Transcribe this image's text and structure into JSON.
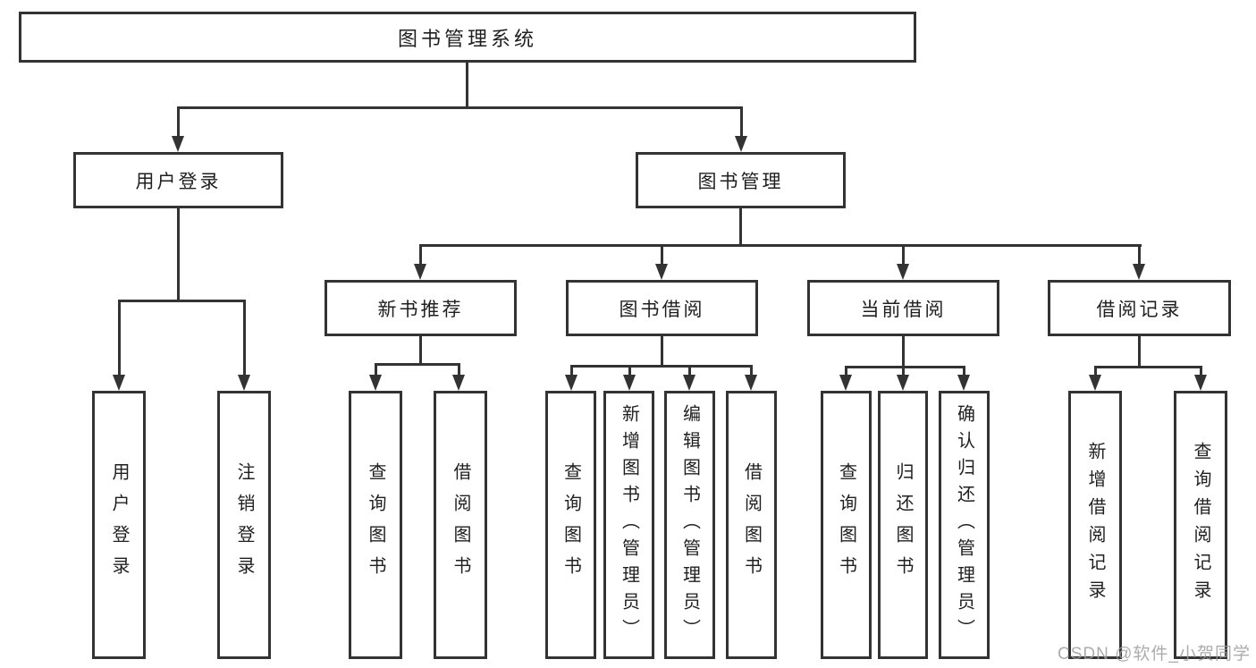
{
  "nodes": {
    "root": "图书管理系统",
    "level2": [
      "用户登录",
      "图书管理"
    ],
    "level3": [
      "新书推荐",
      "图书借阅",
      "当前借阅",
      "借阅记录"
    ],
    "leaves": [
      "用户登录",
      "注销登录",
      "查询图书",
      "借阅图书",
      "查询图书",
      "新增图书（管理员）",
      "编辑图书（管理员）",
      "借阅图书",
      "查询图书",
      "归还图书",
      "确认归还（管理员）",
      "新增借阅记录",
      "查询借阅记录"
    ]
  },
  "hierarchy": {
    "图书管理系统": [
      "用户登录",
      "图书管理"
    ],
    "用户登录": [
      "用户登录",
      "注销登录"
    ],
    "图书管理": [
      "新书推荐",
      "图书借阅",
      "当前借阅",
      "借阅记录"
    ],
    "新书推荐": [
      "查询图书",
      "借阅图书"
    ],
    "图书借阅": [
      "查询图书",
      "新增图书（管理员）",
      "编辑图书（管理员）",
      "借阅图书"
    ],
    "当前借阅": [
      "查询图书",
      "归还图书",
      "确认归还（管理员）"
    ],
    "借阅记录": [
      "新增借阅记录",
      "查询借阅记录"
    ]
  },
  "watermark": "CSDN @软件_小贺同学",
  "colors": {
    "line": "#333333",
    "text": "#1f1f1f",
    "background": "#ffffff",
    "watermark": "#9e9e9e"
  }
}
